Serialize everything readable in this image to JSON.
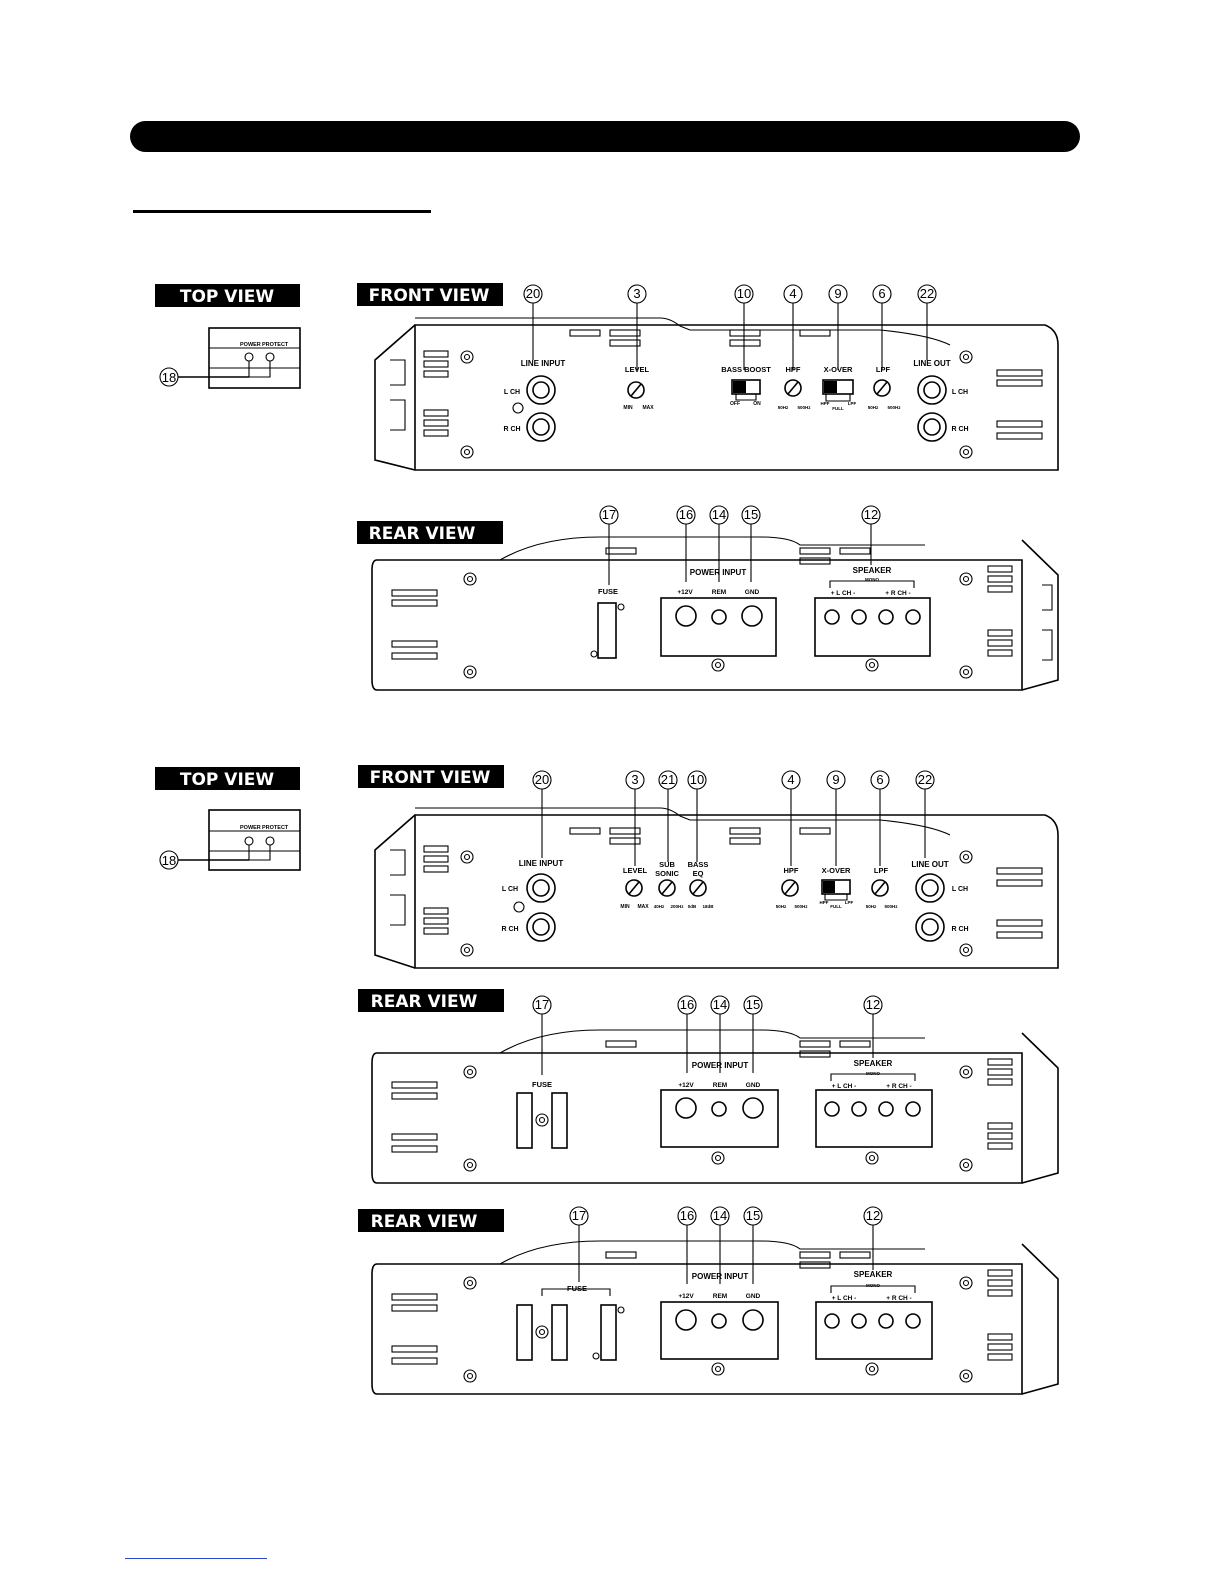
{
  "views": {
    "top": "TOP VIEW",
    "front": "FRONT VIEW",
    "rear": "REAR VIEW"
  },
  "top_panel": {
    "power": "POWER",
    "protect": "PROTECT",
    "callout": "18"
  },
  "front1": {
    "callouts": [
      "20",
      "3",
      "10",
      "4",
      "9",
      "6",
      "22"
    ],
    "line_input": "LINE INPUT",
    "lch": "L CH",
    "rch": "R CH",
    "level": "LEVEL",
    "level_min": "MIN",
    "level_max": "MAX",
    "bass_boost": "BASS BOOST",
    "off": "OFF",
    "on": "ON",
    "hpf": "HPF",
    "hpf_lo": "50Hz",
    "hpf_hi": "500Hz",
    "xover": "X-OVER",
    "x_hpf": "HPF",
    "x_full": "FULL",
    "x_lpf": "LPF",
    "lpf": "LPF",
    "lpf_lo": "50Hz",
    "lpf_hi": "500Hz",
    "line_out": "LINE OUT"
  },
  "front2": {
    "callouts": [
      "20",
      "3",
      "21",
      "10",
      "4",
      "9",
      "6",
      "22"
    ],
    "sub_sonic": "SUB SONIC",
    "sub_lo": "40Hz",
    "sub_hi": "200Hz",
    "bass_eq": "BASS EQ",
    "eq_lo": "0dB",
    "eq_hi": "18dB"
  },
  "rear": {
    "callouts": [
      "17",
      "16",
      "14",
      "15",
      "12"
    ],
    "fuse": "FUSE",
    "power_input": "POWER INPUT",
    "p12v": "+12V",
    "rem": "REM",
    "gnd": "GND",
    "speaker": "SPEAKER",
    "mono": "MONO",
    "spk_l": "+ L CH -",
    "spk_r": "+ R CH -"
  }
}
